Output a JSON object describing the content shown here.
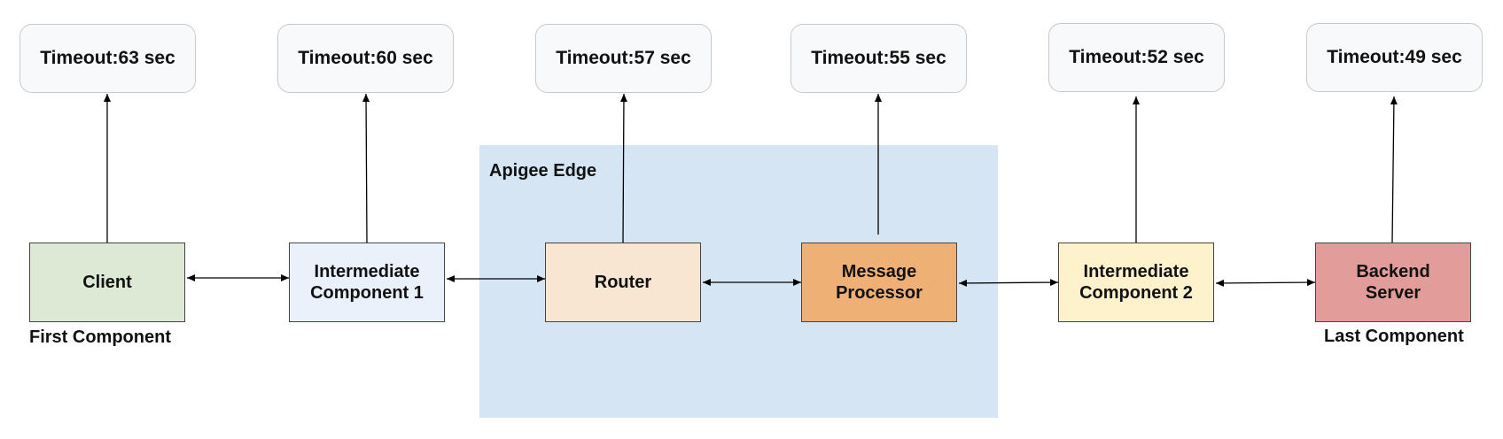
{
  "region": {
    "label": "Apigee Edge",
    "color": "#d5e5f4"
  },
  "timeouts": [
    {
      "id": "client",
      "label": "Timeout:",
      "value": "63 sec"
    },
    {
      "id": "ic1",
      "label": "Timeout:",
      "value": "60 sec"
    },
    {
      "id": "router",
      "label": "Timeout:",
      "value": "57 sec"
    },
    {
      "id": "mp",
      "label": "Timeout:",
      "value": "55 sec"
    },
    {
      "id": "ic2",
      "label": "Timeout:",
      "value": "52 sec"
    },
    {
      "id": "backend",
      "label": "Timeout:",
      "value": "49 sec"
    }
  ],
  "components": [
    {
      "id": "client",
      "label": "Client",
      "color": "#dde9d4"
    },
    {
      "id": "ic1",
      "label": "Intermediate\nComponent 1",
      "color": "#eaf1fb"
    },
    {
      "id": "router",
      "label": "Router",
      "color": "#f8e6d2"
    },
    {
      "id": "mp",
      "label": "Message\nProcessor",
      "color": "#efb075"
    },
    {
      "id": "ic2",
      "label": "Intermediate\nComponent 2",
      "color": "#fdf2cc"
    },
    {
      "id": "backend",
      "label": "Backend\nServer",
      "color": "#e29d9b"
    }
  ],
  "captions": {
    "first": "First Component",
    "last": "Last Component"
  }
}
